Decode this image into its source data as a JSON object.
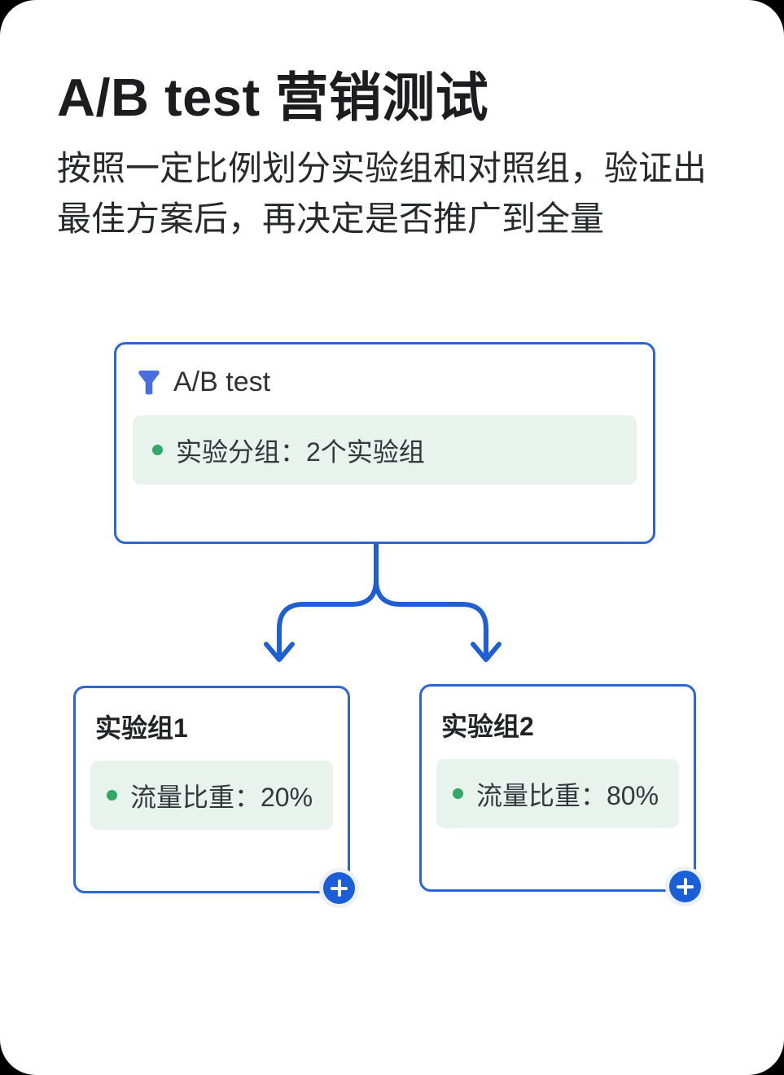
{
  "page": {
    "title": "A/B test 营销测试",
    "description": "按照一定比例划分实验组和对照组，验证出最佳方案后，再决定是否推广到全量"
  },
  "root_node": {
    "icon": "funnel-icon",
    "title": "A/B test",
    "tag": "实验分组：2个实验组"
  },
  "branches": [
    {
      "title": "实验组1",
      "tag": "流量比重：20%",
      "action_icon": "plus-icon"
    },
    {
      "title": "实验组2",
      "tag": "流量比重：80%",
      "action_icon": "plus-icon"
    }
  ],
  "colors": {
    "node_border_blue": "#2a66d9",
    "connector_blue": "#1e5fd4",
    "funnel_blue": "#4a6ee0",
    "add_button_blue": "#1a5fd8",
    "tag_background_green": "#e8f3ed",
    "tag_dot_green": "#31a768",
    "title_text": "#1d1d1f",
    "body_text": "#28292c",
    "panel_background": "#ffffff"
  }
}
